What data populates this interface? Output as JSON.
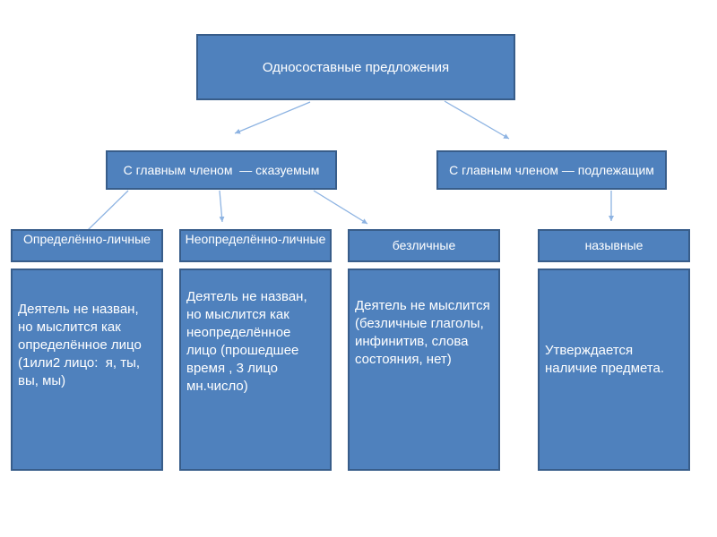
{
  "root": {
    "label": "Односоставные предложения"
  },
  "categories": [
    {
      "label": "С главным членом  — сказуемым"
    },
    {
      "label": "С главным членом — подлежащим"
    }
  ],
  "types": [
    {
      "label": "Определённо-личные",
      "description": "Деятель не назван, но мыслится как определённое лицо (1или2 лицо:  я, ты,  вы, мы)"
    },
    {
      "label": "Неопределённо-личные",
      "description": "Деятель не назван, но мыслится как неопределённое лицо (прошедшее время , 3 лицо мн.число)"
    },
    {
      "label": "безличные",
      "description": "Деятель не мыслится (безличные глаголы, инфинитив, слова состояния, нет)"
    },
    {
      "label": "назывные",
      "description": "Утверждается наличие предмета."
    }
  ],
  "colors": {
    "box_fill": "#4f81bd",
    "box_border": "#385d8a",
    "connector": "#8db3e2",
    "text": "#ffffff"
  }
}
